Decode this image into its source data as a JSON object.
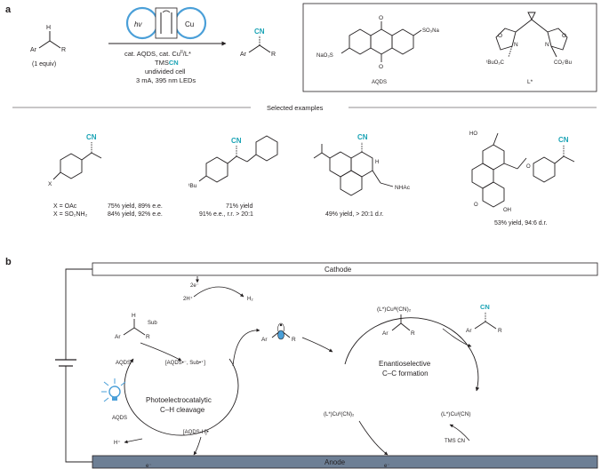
{
  "panel_a": {
    "label": "a",
    "substrate": {
      "ar": "Ar",
      "r": "R",
      "h": "H",
      "equiv": "(1 equiv)"
    },
    "cell_icon": {
      "hv": "hv",
      "cu": "Cu"
    },
    "conditions": {
      "line1": "cat. AQDS, cat. Cu",
      "line1_sup": "II",
      "line1_tail": "/L*",
      "line2_pre": "TMS",
      "line2_cn": "CN",
      "line3": "undivided cell",
      "line4": "3 mA, 395 nm LEDs"
    },
    "product": {
      "cn": "CN",
      "ar": "Ar",
      "r": "R"
    },
    "catalysts": {
      "aqds_label": "AQDS",
      "aqds_so3_left": "NaO₃S",
      "aqds_so3_right": "SO₃Na",
      "aqds_o": "O",
      "ligand_label": "L*",
      "ligand_o": "O",
      "ligand_n": "N",
      "ligand_ester_left": "ᵗBuO₂C",
      "ligand_ester_right": "CO₂ᵗBu"
    },
    "selected_examples_title": "Selected examples",
    "examples": [
      {
        "cn": "CN",
        "sub": "X",
        "r1": "X = OAc",
        "r1_y": "75% yield, 89% e.e.",
        "r2": "X = SO₂NH₂",
        "r2_y": "84% yield, 92% e.e."
      },
      {
        "cn": "CN",
        "sub": "ᵗBu",
        "line1": "71% yield",
        "line2": "91% e.e., r.r. > 20:1"
      },
      {
        "cn": "CN",
        "sub": "NHAc",
        "h": "H",
        "line1": "49% yield, > 20:1 d.r."
      },
      {
        "cn": "CN",
        "ho": "HO",
        "oh": "OH",
        "o": "O",
        "line1": "53% yield, 94:6 d.r."
      }
    ]
  },
  "panel_b": {
    "label": "b",
    "cathode": "Cathode",
    "anode": "Anode",
    "electron_top": "2e⁻",
    "proton": "2H⁺",
    "h2": "H₂",
    "sub_ar": "Ar",
    "sub_r": "R",
    "sub_h": "H",
    "sub_label": "Sub",
    "aqds_star": "AQDS*",
    "radical_pair": "[AQDS•⁻, Sub•⁺]",
    "aqds": "AQDS",
    "aqds_h": "[AQDS-H]•",
    "h_plus": "H⁺",
    "e_left": "e⁻",
    "cycle1_line1": "Photoelectrocatalytic",
    "cycle1_line2": "C–H cleavage",
    "radical_ar": "Ar",
    "radical_r": "R",
    "cu3_complex": "(L*)Cuᴵᴵᴵ(CN)₂",
    "cu3_ar": "Ar",
    "cu3_r": "R",
    "cu2_complex": "(L*)Cuᴵᴵ(CN)₂",
    "cu1_complex": "(L*)Cuᴵ(CN)",
    "cycle2_line1": "Enantioselective",
    "cycle2_line2": "C–C formation",
    "prod_cn": "CN",
    "prod_ar": "Ar",
    "prod_r": "R",
    "tmscn": "TMS CN",
    "e_right": "e⁻"
  },
  "colors": {
    "cyan": "#1aa3b5",
    "blue_arrow": "#4a9fd8",
    "anode_fill": "#6d7f95",
    "text": "#231f20"
  }
}
